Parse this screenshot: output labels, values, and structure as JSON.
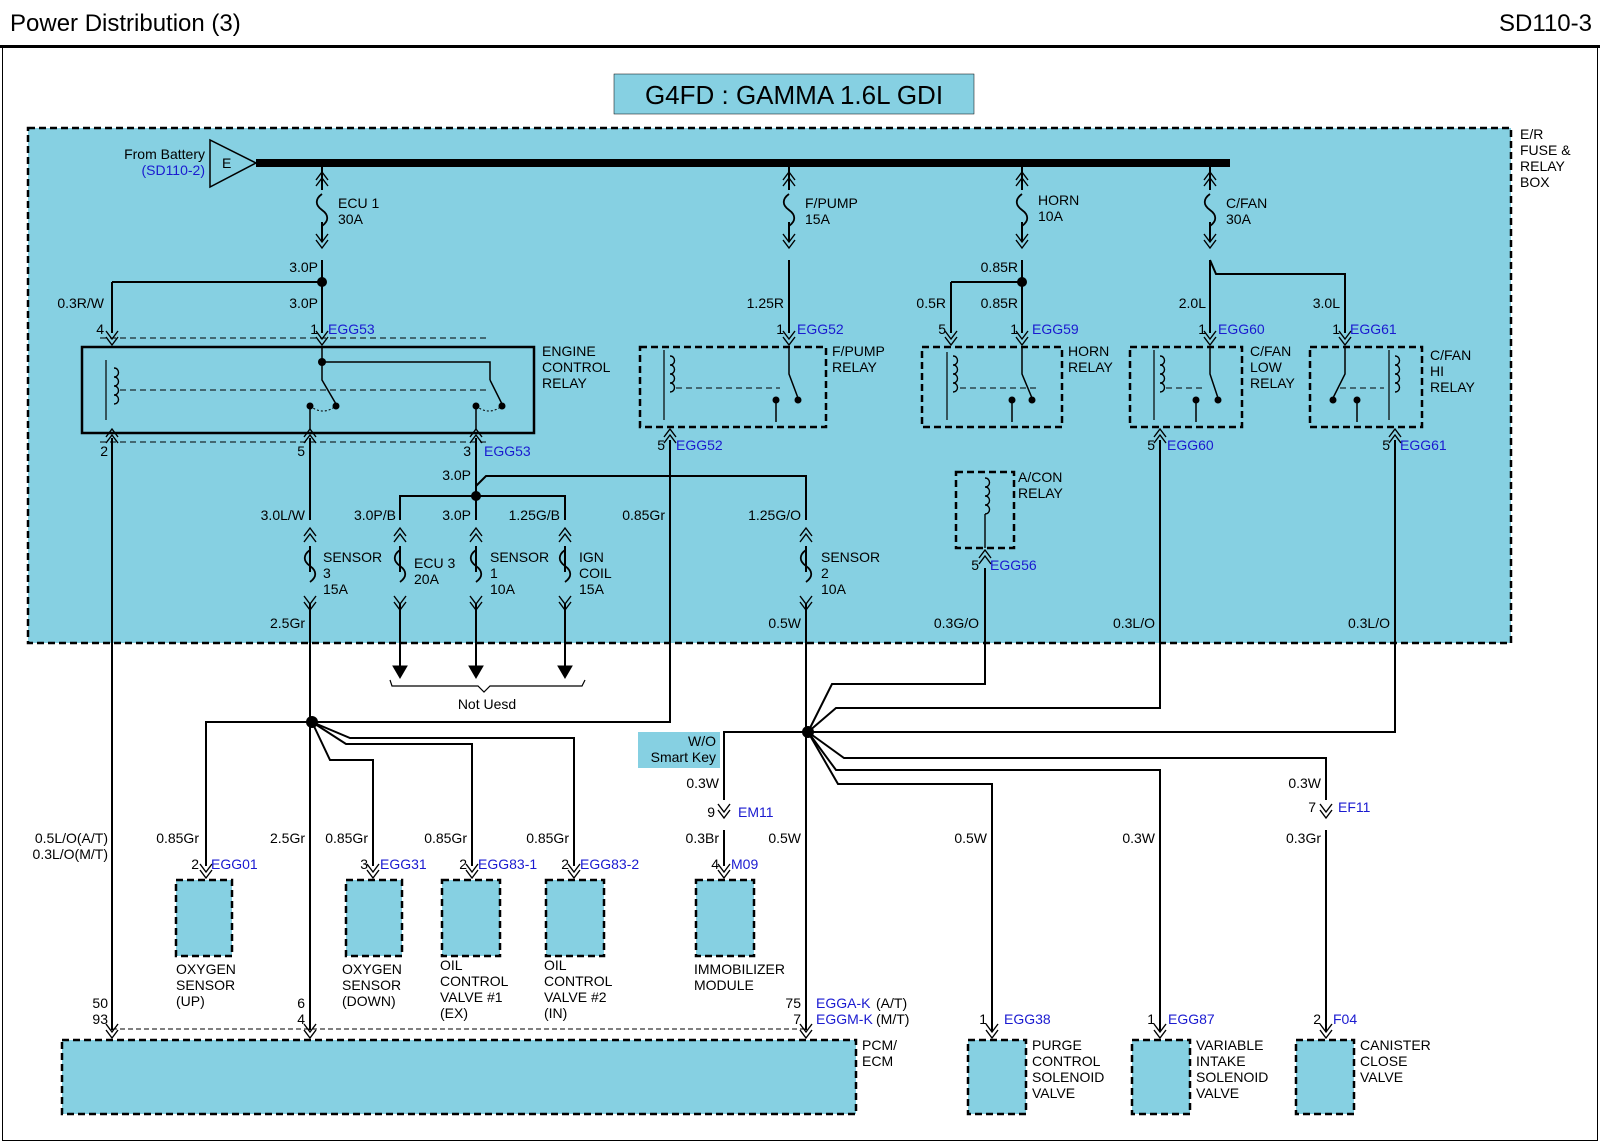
{
  "header": {
    "title": "Power Distribution (3)",
    "code": "SD110-3"
  },
  "colors": {
    "box_fill": "#86d0e2",
    "wire": "#000000",
    "connector_text": "#1a1ad0"
  },
  "engine_title": "G4FD : GAMMA 1.6L GDI",
  "er_box": [
    "E/R",
    "FUSE &",
    "RELAY",
    "BOX"
  ],
  "battery": {
    "label": "From Battery",
    "ref": "(SD110-2)",
    "connector": "E"
  },
  "fuses": {
    "ecu1": [
      "ECU 1",
      "30A"
    ],
    "fpump": [
      "F/PUMP",
      "15A"
    ],
    "horn": [
      "HORN",
      "10A"
    ],
    "cfan": [
      "C/FAN",
      "30A"
    ],
    "sensor3": [
      "SENSOR",
      "3",
      "15A"
    ],
    "ecu3": [
      "ECU 3",
      "20A"
    ],
    "sensor1": [
      "SENSOR",
      "1",
      "10A"
    ],
    "igncoil": [
      "IGN",
      "COIL",
      "15A"
    ],
    "sensor2": [
      "SENSOR",
      "2",
      "10A"
    ]
  },
  "relays": {
    "ecr": [
      "ENGINE",
      "CONTROL",
      "RELAY"
    ],
    "fpump": [
      "F/PUMP",
      "RELAY"
    ],
    "horn": [
      "HORN",
      "RELAY"
    ],
    "cfan_low": [
      "C/FAN",
      "LOW",
      "RELAY"
    ],
    "cfan_hi": [
      "C/FAN",
      "HI",
      "RELAY"
    ],
    "acon": [
      "A/CON",
      "RELAY"
    ]
  },
  "wires": {
    "w_3p_a": "3.0P",
    "w_03rw": "0.3R/W",
    "w_3p_b": "3.0P",
    "w_125r": "1.25R",
    "w_085r_a": "0.85R",
    "w_05r": "0.5R",
    "w_085r_b": "0.85R",
    "w_20l": "2.0L",
    "w_30l": "3.0L",
    "w_3p_c": "3.0P",
    "w_30lw": "3.0L/W",
    "w_3pb": "3.0P/B",
    "w_3p_d": "3.0P",
    "w_125gb": "1.25G/B",
    "w_085gr_a": "0.85Gr",
    "w_125go": "1.25G/O",
    "w_25gr_a": "2.5Gr",
    "w_05w_a": "0.5W",
    "w_03go": "0.3G/O",
    "w_03lo_a": "0.3L/O",
    "w_03lo_b": "0.3L/O",
    "w_05lo_at": "0.5L/O(A/T)",
    "w_03lo_mt": "0.3L/O(M/T)",
    "w_085gr_b": "0.85Gr",
    "w_25gr_b": "2.5Gr",
    "w_085gr_c": "0.85Gr",
    "w_085gr_d": "0.85Gr",
    "w_085gr_e": "0.85Gr",
    "w_03w_a": "0.3W",
    "w_03br": "0.3Br",
    "w_05w_b": "0.5W",
    "w_05w_c": "0.5W",
    "w_03w_b": "0.3W",
    "w_03w_c": "0.3W",
    "w_03gr": "0.3Gr"
  },
  "connectors": {
    "egg53": "EGG53",
    "egg52": "EGG52",
    "egg59": "EGG59",
    "egg60": "EGG60",
    "egg61": "EGG61",
    "egg56": "EGG56",
    "egg01": "EGG01",
    "egg31": "EGG31",
    "egg83_1": "EGG83-1",
    "egg83_2": "EGG83-2",
    "em11": "EM11",
    "m09": "M09",
    "ef11": "EF11",
    "egga_k": "EGGA-K",
    "egga_k_sfx": "(A/T)",
    "eggm_k": "EGGM-K",
    "eggm_k_sfx": "(M/T)",
    "egg38": "EGG38",
    "egg87": "EGG87",
    "f04": "F04"
  },
  "pins": {
    "p4": "4",
    "p1a": "1",
    "p2a": "2",
    "p5a": "5",
    "p3a": "3",
    "p1b": "1",
    "p5b": "5",
    "p5c": "5",
    "p1c": "1",
    "p1d": "1",
    "p5d": "5",
    "p1e": "1",
    "p5e": "5",
    "p5f": "5",
    "p2b": "2",
    "p3b": "3",
    "p2c": "2",
    "p2d": "2",
    "p9": "9",
    "p4b": "4",
    "p7": "7",
    "p50": "50",
    "p93": "93",
    "p6": "6",
    "p4c": "4",
    "p75": "75",
    "p7b": "7",
    "p1f": "1",
    "p1g": "1",
    "p2e": "2"
  },
  "not_used": "Not Uesd",
  "wo_smart_key": [
    "W/O",
    "Smart Key"
  ],
  "components": {
    "o2_up": [
      "OXYGEN",
      "SENSOR",
      "(UP)"
    ],
    "o2_down": [
      "OXYGEN",
      "SENSOR",
      "(DOWN)"
    ],
    "ocv1": [
      "OIL",
      "CONTROL",
      "VALVE #1",
      "(EX)"
    ],
    "ocv2": [
      "OIL",
      "CONTROL",
      "VALVE #2",
      "(IN)"
    ],
    "immo": [
      "IMMOBILIZER",
      "MODULE"
    ],
    "pcm": [
      "PCM/",
      "ECM"
    ],
    "purge": [
      "PURGE",
      "CONTROL",
      "SOLENOID",
      "VALVE"
    ],
    "vis": [
      "VARIABLE",
      "INTAKE",
      "SOLENOID",
      "VALVE"
    ],
    "canister": [
      "CANISTER",
      "CLOSE",
      "VALVE"
    ]
  }
}
